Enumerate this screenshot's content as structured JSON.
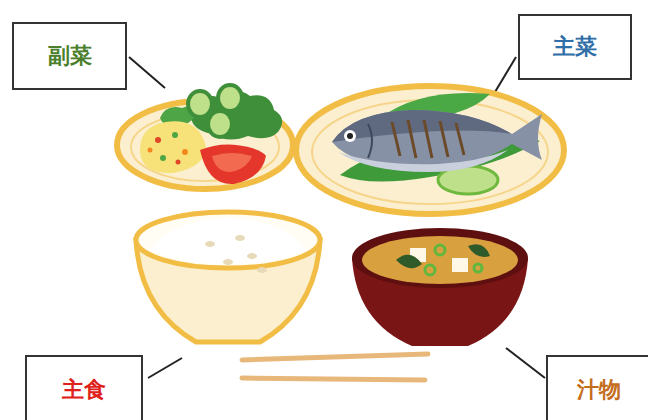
{
  "diagram": {
    "nodes": [
      {
        "text": [
          "副菜"
        ]
      },
      {
        "text": [
          "主菜"
        ]
      },
      {
        "text": [
          "主食"
        ]
      },
      {
        "text": [
          "汁物"
        ]
      }
    ]
  }
}
